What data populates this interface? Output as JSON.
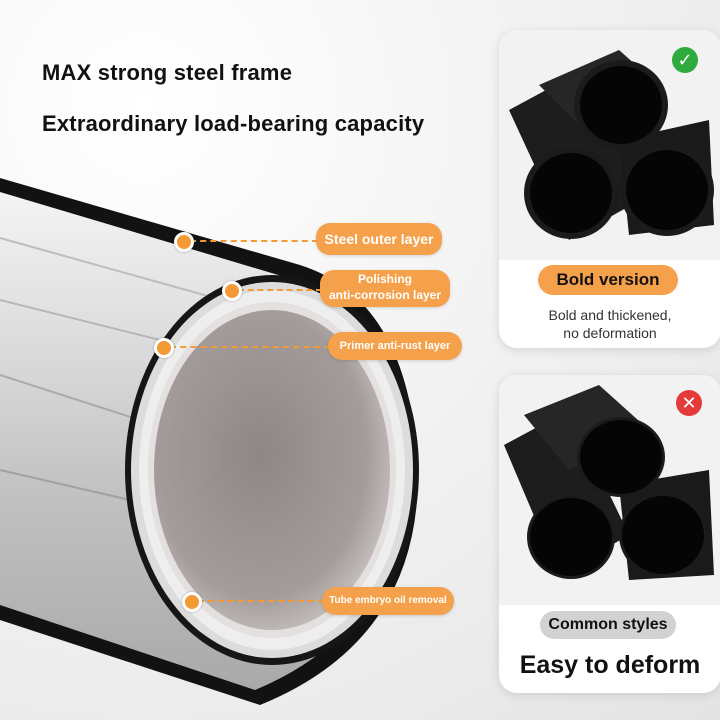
{
  "headlines": {
    "line1": "MAX strong steel frame",
    "line2": "Extraordinary load-bearing capacity"
  },
  "callouts": {
    "steel_outer": "Steel outer layer",
    "polishing_line1": "Polishing",
    "polishing_line2": "anti-corrosion layer",
    "primer": "Primer anti-rust layer",
    "embryo": "Tube embryo oil removal"
  },
  "comparison": {
    "good": {
      "status_icon": "check-icon",
      "label": "Bold version",
      "desc_line1": "Bold and thickened,",
      "desc_line2": "no deformation"
    },
    "bad": {
      "status_icon": "cross-icon",
      "label": "Common styles",
      "headline": "Easy to deform"
    }
  },
  "colors": {
    "accent_orange": "#f5a04a",
    "good_green": "#2eaa3f",
    "bad_red": "#e43a3a",
    "tube_black": "#141414"
  }
}
